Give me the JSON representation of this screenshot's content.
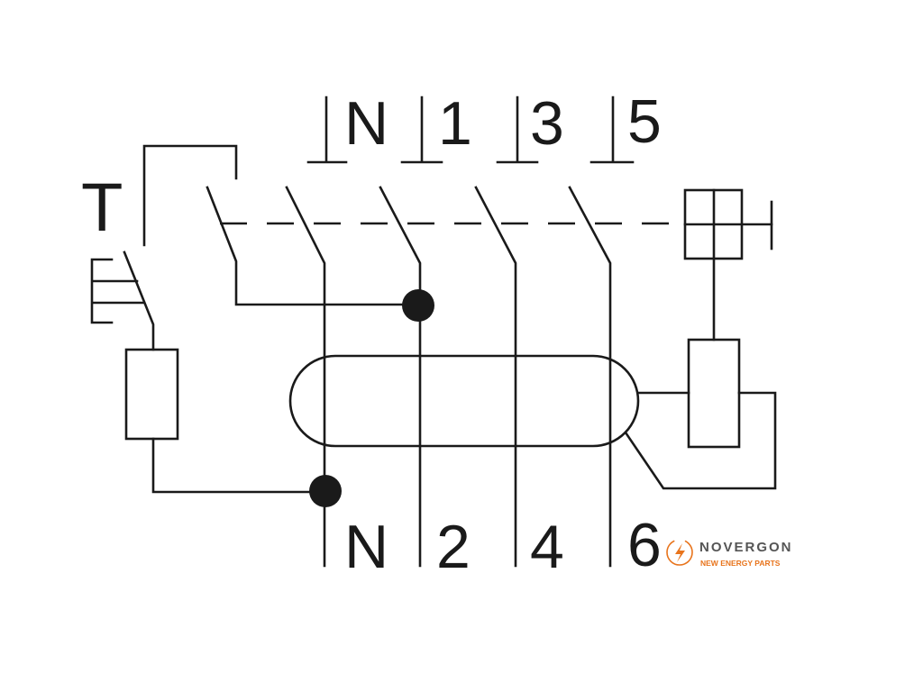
{
  "labels": {
    "test_button": "T",
    "top_terminals": [
      "N",
      "1",
      "3",
      "5"
    ],
    "bottom_terminals": [
      "N",
      "2",
      "4",
      "6"
    ]
  },
  "logo": {
    "name": "NOVERGON",
    "tagline": "NEW ENERGY PARTS",
    "icon": "lightning-circle-icon",
    "colors": {
      "name": "#555555",
      "tagline": "#e8741c",
      "icon": "#e8741c"
    }
  },
  "colors": {
    "line": "#1a1a1a",
    "background": "#ffffff"
  }
}
